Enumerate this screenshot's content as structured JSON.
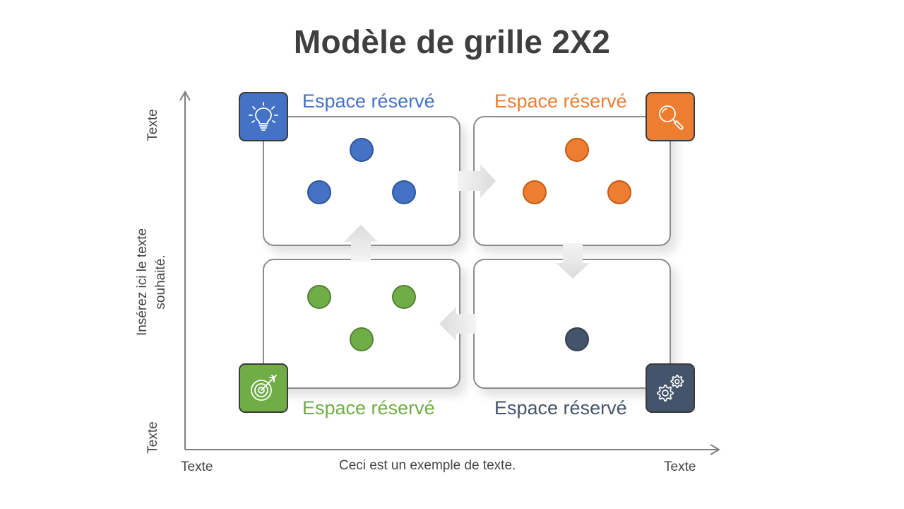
{
  "title": "Modèle de grille 2X2",
  "colors": {
    "blue": "#4472c4",
    "orange": "#ed7d31",
    "green": "#70ad47",
    "navy": "#44546a"
  },
  "quadrants": [
    {
      "id": "top-left",
      "label": "Espace réservé",
      "color": "blue",
      "icon": "lightbulb-icon",
      "dots": 3
    },
    {
      "id": "top-right",
      "label": "Espace réservé",
      "color": "orange",
      "icon": "magnifier-icon",
      "dots": 3
    },
    {
      "id": "bottom-left",
      "label": "Espace réservé",
      "color": "green",
      "icon": "target-icon",
      "dots": 3
    },
    {
      "id": "bottom-right",
      "label": "Espace réservé",
      "color": "navy",
      "icon": "gears-icon",
      "dots": 1
    }
  ],
  "flow_order": [
    "bottom-left",
    "top-left",
    "top-right",
    "bottom-right",
    "bottom-left"
  ],
  "y_axis": {
    "top_label": "Texte",
    "bottom_label": "Texte",
    "title": "Insérez ici le texte souhaité."
  },
  "x_axis": {
    "left_label": "Texte",
    "right_label": "Texte",
    "title": "Ceci est un exemple de texte."
  }
}
